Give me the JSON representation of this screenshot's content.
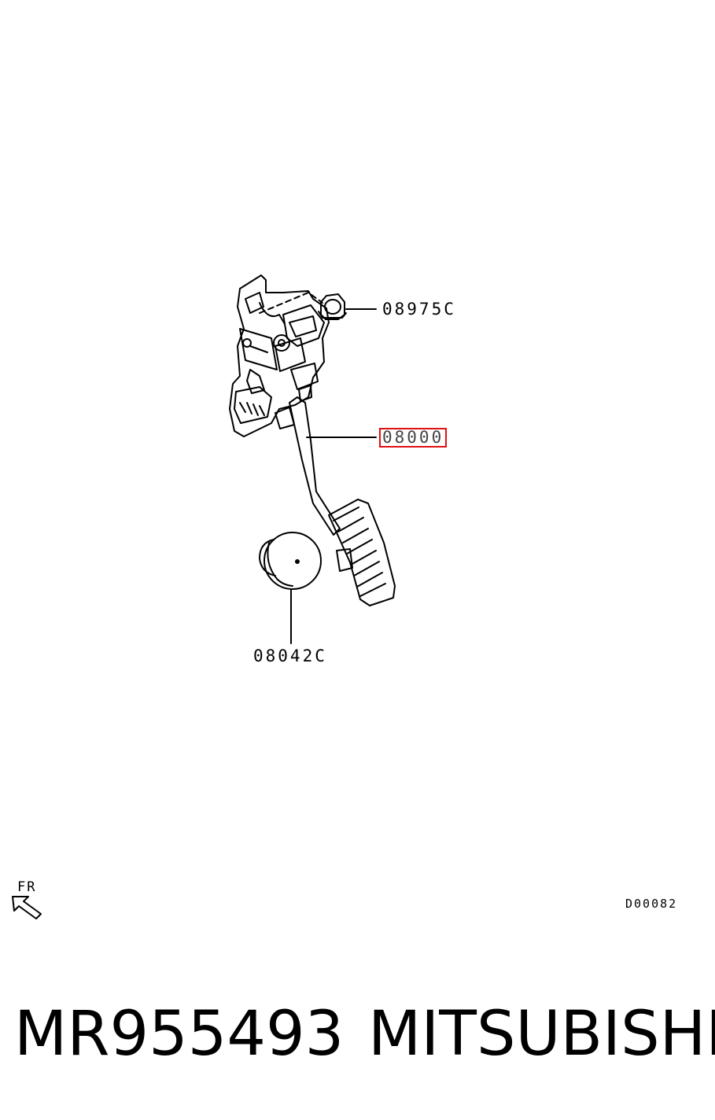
{
  "parts": {
    "nut": "08975C",
    "pedal_assembly": "08000",
    "stopper": "08042C"
  },
  "diagram_code": "D00082",
  "direction_label": "FR",
  "footer": {
    "part_number": "MR955493",
    "brand": "MITSUBISHI"
  },
  "accent_color": "#e01010"
}
